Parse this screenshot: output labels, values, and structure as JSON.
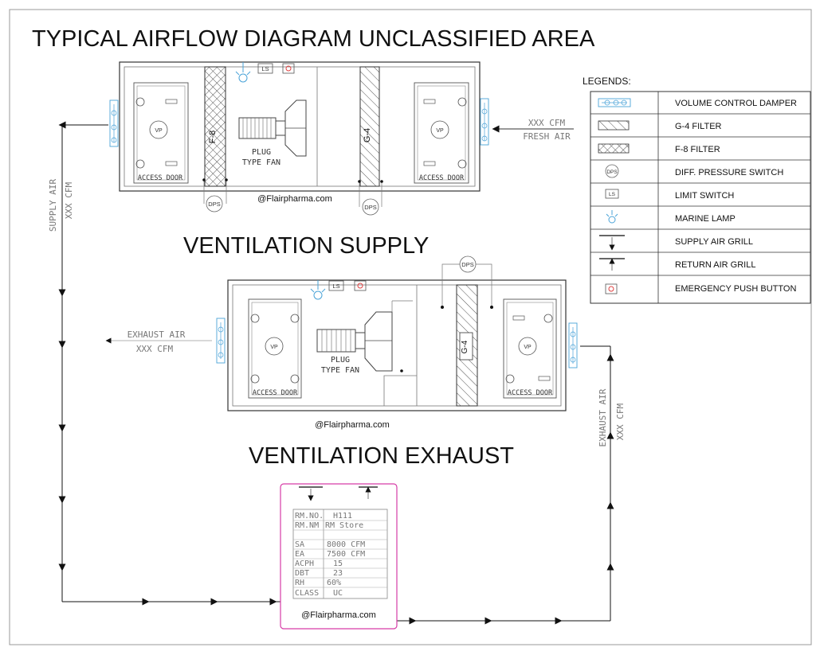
{
  "title": "TYPICAL AIRFLOW DIAGRAM UNCLASSIFIED AREA",
  "watermark": "@Flairpharma.com",
  "supply_unit": {
    "heading": "VENTILATION SUPPLY",
    "f8_label": "F-8",
    "g4_label": "G-4",
    "vp_label": "VP",
    "access_door": "ACCESS DOOR",
    "fan_line1": "PLUG",
    "fan_line2": "TYPE FAN",
    "ls": "LS",
    "dps": "DPS",
    "inlet_cfm": "XXX CFM",
    "inlet_name": "FRESH AIR",
    "outlet_name": "SUPPLY AIR",
    "outlet_cfm": "XXX CFM"
  },
  "exhaust_unit": {
    "heading": "VENTILATION EXHAUST",
    "g4_label": "G-4",
    "vp_label": "VP",
    "access_door": "ACCESS DOOR",
    "fan_line1": "PLUG",
    "fan_line2": "TYPE FAN",
    "ls": "LS",
    "dps": "DPS",
    "outlet_name": "EXHAUST AIR",
    "outlet_cfm": "XXX CFM",
    "inlet_name": "EXHAUST AIR",
    "inlet_cfm": "XXX CFM"
  },
  "legend": {
    "heading": "LEGENDS:",
    "items": [
      {
        "key": "damper",
        "label": "VOLUME CONTROL DAMPER"
      },
      {
        "key": "g4",
        "label": "G-4 FILTER"
      },
      {
        "key": "f8",
        "label": "F-8 FILTER"
      },
      {
        "key": "dps",
        "label": "DIFF. PRESSURE SWITCH",
        "symbol_text": "DPS"
      },
      {
        "key": "ls",
        "label": "LIMIT SWITCH",
        "symbol_text": "LS"
      },
      {
        "key": "lamp",
        "label": "MARINE LAMP"
      },
      {
        "key": "sag",
        "label": "SUPPLY AIR GRILL"
      },
      {
        "key": "rag",
        "label": "RETURN AIR GRILL"
      },
      {
        "key": "epb",
        "label": "EMERGENCY PUSH BUTTON"
      }
    ]
  },
  "room": {
    "rows": [
      {
        "label": "RM.NO.",
        "value": "H111"
      },
      {
        "label": "RM.NM",
        "value": "RM Store"
      },
      {
        "label": "",
        "value": ""
      },
      {
        "label": "SA",
        "value": "8000  CFM"
      },
      {
        "label": "EA",
        "value": "7500  CFM"
      },
      {
        "label": "ACPH",
        "value": "15"
      },
      {
        "label": "DBT",
        "value": "23"
      },
      {
        "label": "RH",
        "value": "60%"
      },
      {
        "label": "CLASS",
        "value": "UC"
      }
    ]
  },
  "colors": {
    "line": "#333333",
    "faint": "#777777",
    "cyan": "#4aa3d8",
    "pink": "#d63ca6",
    "red": "#e04040"
  }
}
